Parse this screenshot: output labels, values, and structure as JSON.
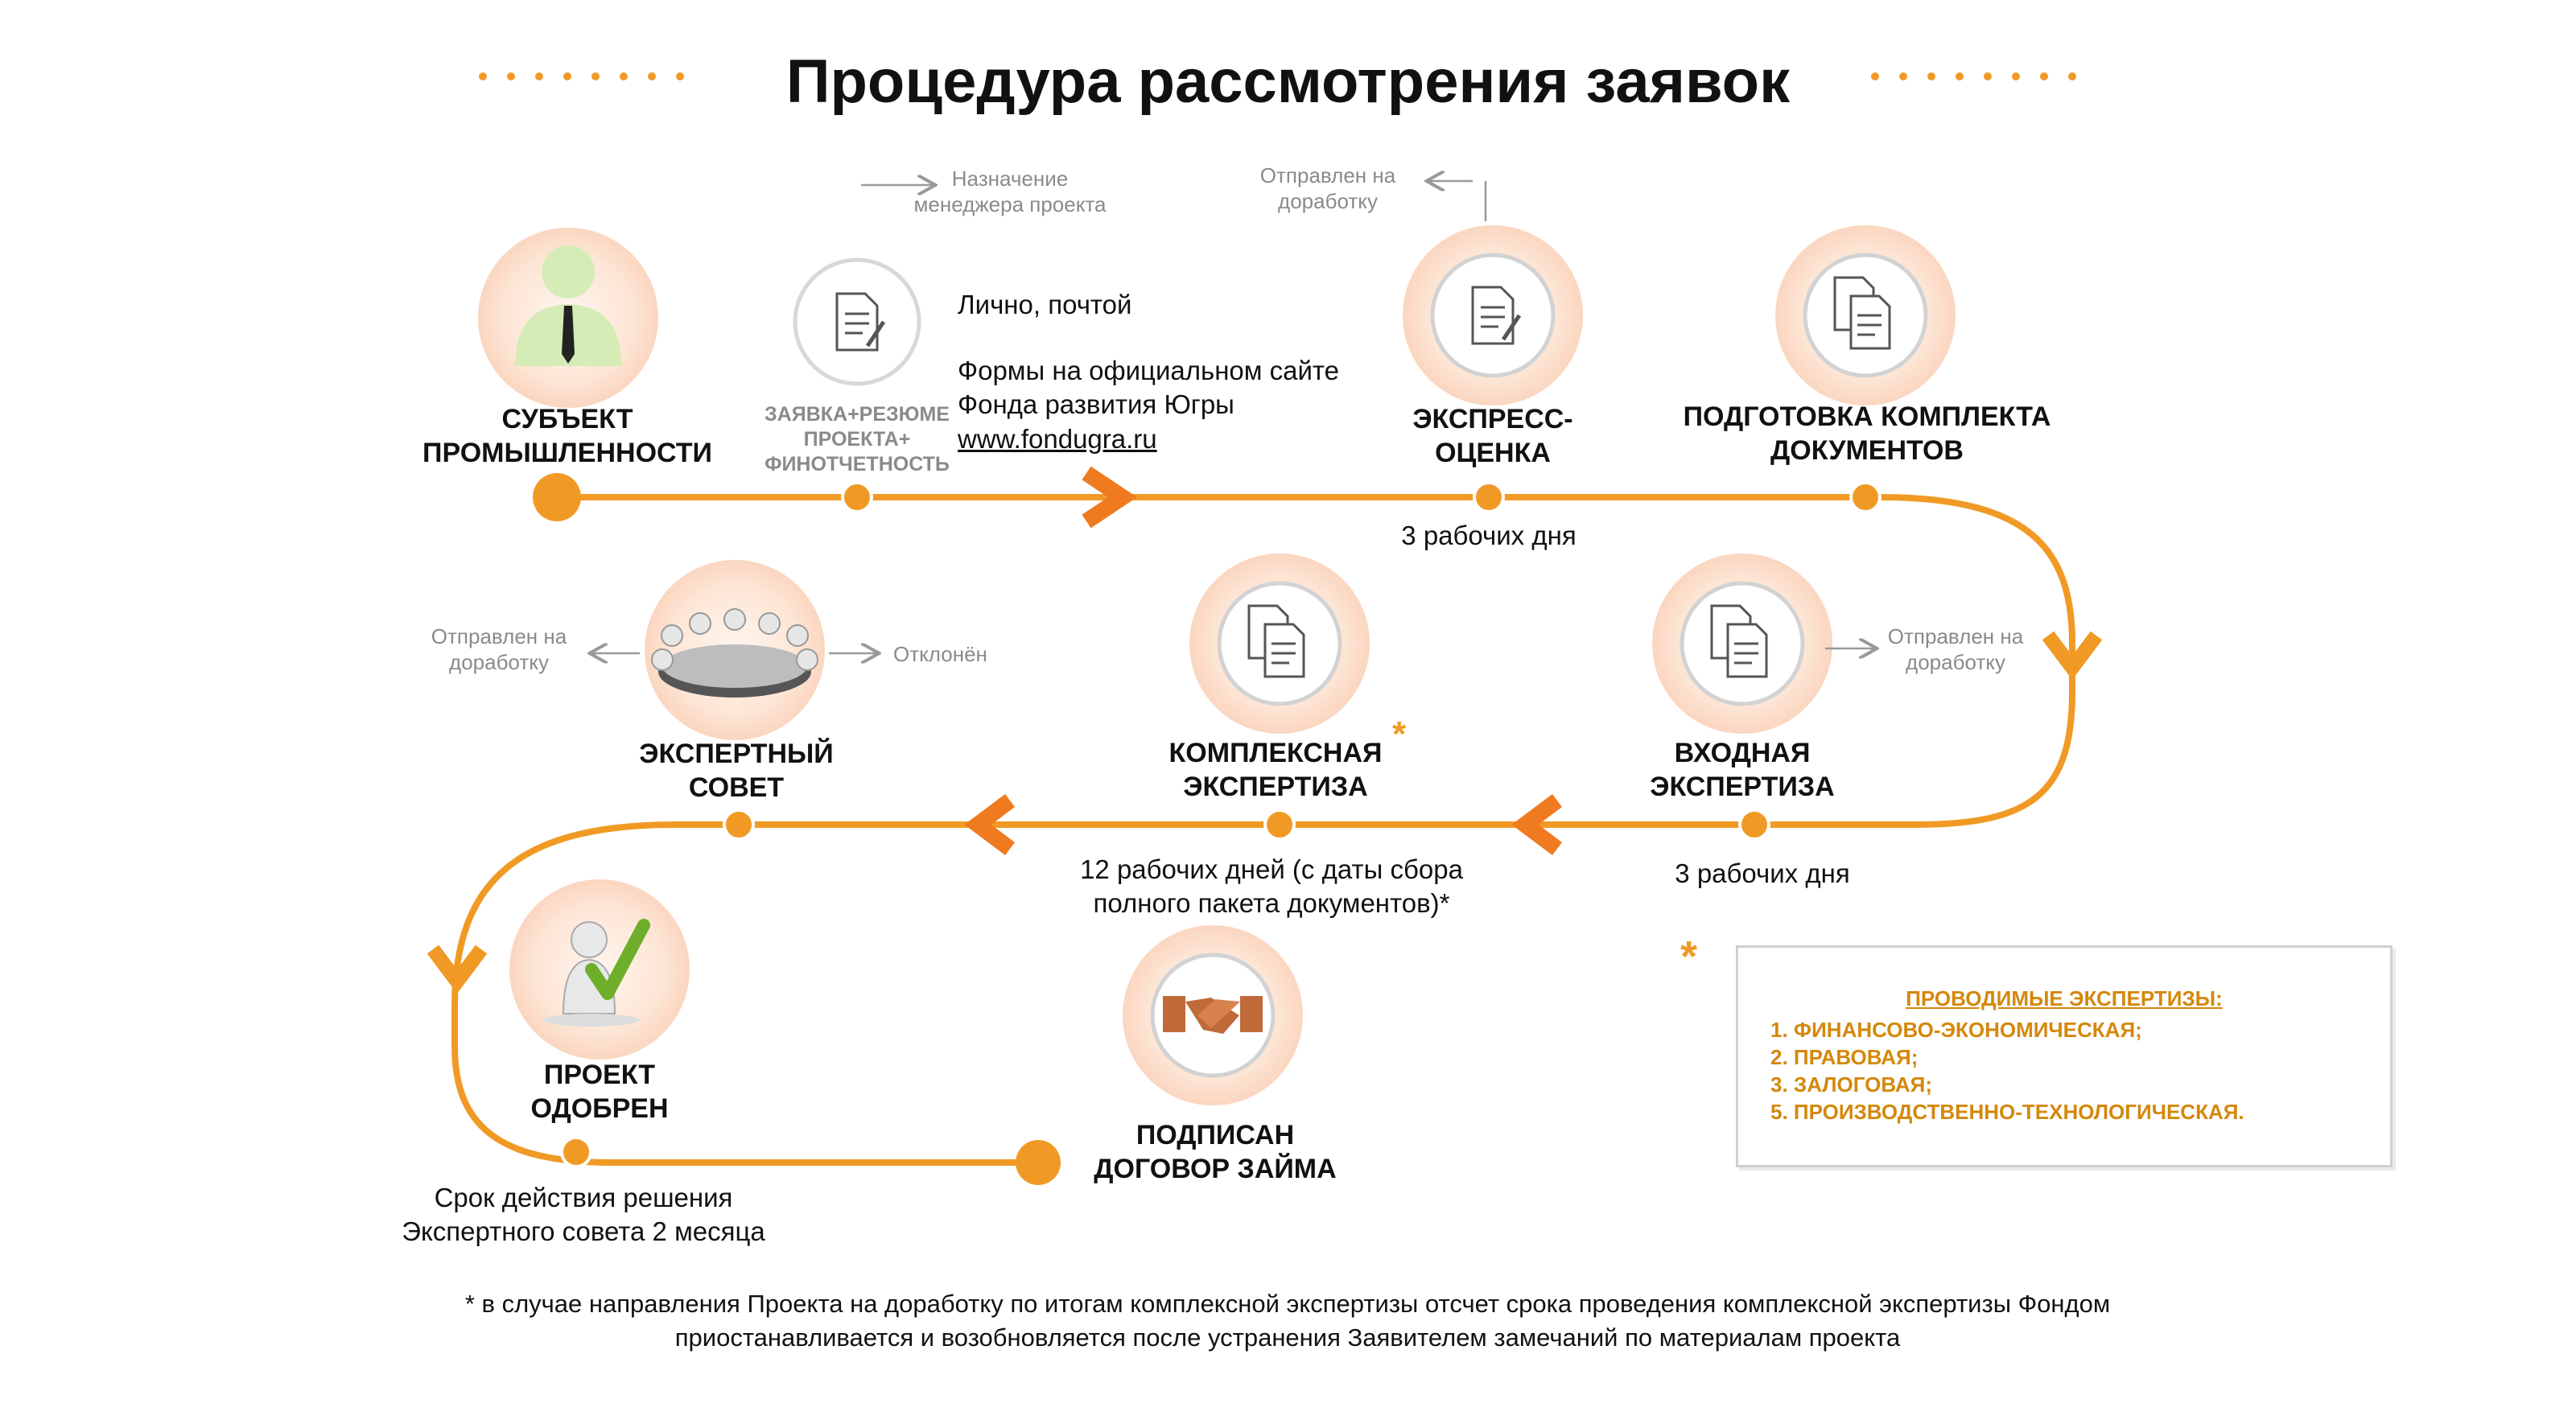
{
  "title": "Процедура рассмотрения заявок",
  "colors": {
    "accent": "#f09a25",
    "accent_light": "#fde6d2",
    "legend_text": "#d4880c",
    "grey": "#8a8a8a"
  },
  "stages": {
    "subject": {
      "label": "СУБЪЕКТ ПРОМЫШЛЕННОСТИ",
      "icon": "person-tie-icon"
    },
    "application": {
      "label": "ЗАЯВКА+РЕЗЮМЕ ПРОЕКТА+ ФИНОТЧЕТНОСТЬ",
      "icon": "document-icon"
    },
    "express": {
      "label": "ЭКСПРЕСС- ОЦЕНКА",
      "icon": "document-icon",
      "duration": "3 рабочих дня"
    },
    "prep": {
      "label": "ПОДГОТОВКА КОМПЛЕКТА ДОКУМЕНТОВ",
      "icon": "documents-icon"
    },
    "incoming": {
      "label": "ВХОДНАЯ ЭКСПЕРТИЗА",
      "icon": "documents-icon",
      "duration": "3 рабочих дня"
    },
    "complex": {
      "label": "КОМПЛЕКСНАЯ ЭКСПЕРТИЗА",
      "star": "*",
      "icon": "documents-icon",
      "duration": "12 рабочих дней (с даты сбора полного пакета документов)*"
    },
    "council": {
      "label": "ЭКСПЕРТНЫЙ СОВЕТ",
      "icon": "meeting-table-icon"
    },
    "approved": {
      "label": "ПРОЕКТ ОДОБРЕН",
      "icon": "person-checkmark-icon",
      "note": "Срок действия решения Экспертного совета 2 месяца"
    },
    "loan": {
      "label": "ПОДПИСАН ДОГОВОР ЗАЙМА",
      "icon": "handshake-icon"
    }
  },
  "notes": {
    "manager": "Назначение менеджера проекта",
    "express_returned": "Отправлен на доработку",
    "incoming_returned": "Отправлен на доработку",
    "council_returned": "Отправлен на доработку",
    "council_rejected": "Отклонён",
    "submit_line1": "Лично, почтой",
    "submit_line2": "Формы на официальном сайте Фонда развития Югры",
    "submit_link": "www.fondugra.ru"
  },
  "legend": {
    "star": "*",
    "title": "ПРОВОДИМЫЕ ЭКСПЕРТИЗЫ:",
    "items": [
      "1. ФИНАНСОВО-ЭКОНОМИЧЕСКАЯ;",
      "2. ПРАВОВАЯ;",
      "3. ЗАЛОГОВАЯ;",
      "5. ПРОИЗВОДСТВЕННО-ТЕХНОЛОГИЧЕСКАЯ."
    ]
  },
  "footnote": "* в случае направления Проекта на доработку по итогам комплексной экспертизы отсчет срока проведения комплексной экспертизы Фондом приостанавливается и возобновляется после устранения Заявителем замечаний по материалам проекта"
}
